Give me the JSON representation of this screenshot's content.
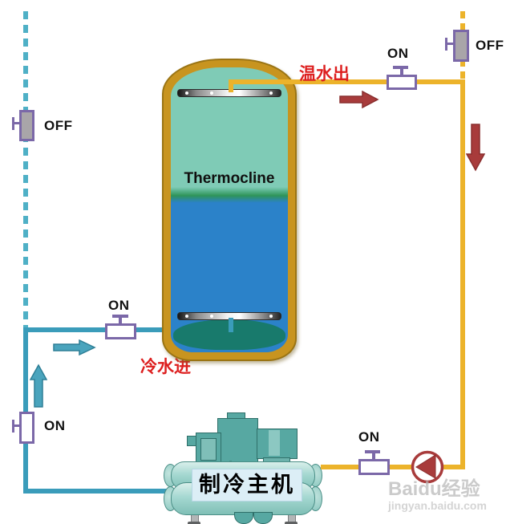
{
  "labels": {
    "thermocline": "Thermocline",
    "warm_water_out": "温水出",
    "cold_water_in": "冷水进",
    "chiller_name": "制冷主机"
  },
  "valves": {
    "left_off": {
      "state": "OFF"
    },
    "top_right_off": {
      "state": "OFF"
    },
    "cold_inlet": {
      "state": "ON"
    },
    "bottom_left": {
      "state": "ON"
    },
    "warm_outlet": {
      "state": "ON"
    },
    "chiller_outlet": {
      "state": "ON"
    }
  },
  "colors": {
    "warm_pipe": "#ecb32b",
    "cold_pipe": "#3a9cba",
    "tank_shell": "#c8941f",
    "warm_water": "#7fcbb6",
    "cold_water": "#2b82c9",
    "thermocline_band": "#2f9459",
    "valve_frame": "#7b68a8",
    "warm_flow_arrow": "#a83b3b",
    "cold_flow_arrow": "#4aa4bd",
    "red_label": "#dd1f1f"
  },
  "watermark": {
    "line1": "Baidu经验",
    "line2": "jingyan.baidu.com"
  }
}
